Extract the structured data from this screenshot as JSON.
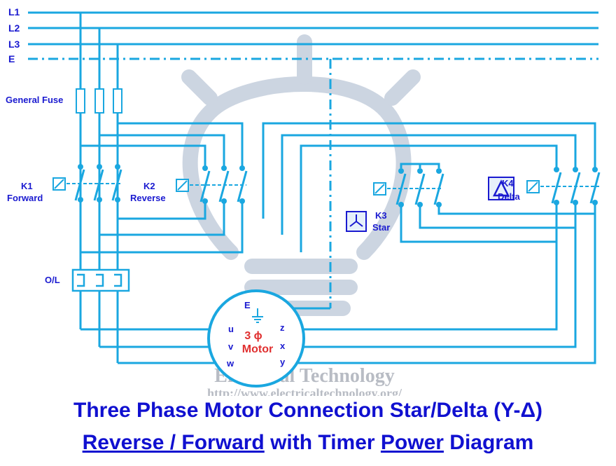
{
  "lines": {
    "l1": "L1",
    "l2": "L2",
    "l3": "L3",
    "e": "E"
  },
  "labels": {
    "general_fuse": "General Fuse",
    "k1_name": "K1",
    "k1_desc": "Forward",
    "k2_name": "K2",
    "k2_desc": "Reverse",
    "k3_name": "K3",
    "k3_desc": "Star",
    "k4_name": "K4",
    "k4_desc": "Delta",
    "overload": "O/L"
  },
  "motor": {
    "earth": "E",
    "phase": "3 ϕ",
    "name": "Motor",
    "terminals": {
      "u": "u",
      "v": "v",
      "w": "w",
      "z": "z",
      "x": "x",
      "y": "y"
    }
  },
  "watermark": {
    "brand": "Electrical Technology",
    "url": "http://www.electricaltechnology.org/"
  },
  "title": {
    "line1": "Three Phase Motor Connection Star/Delta (Y-Δ)",
    "line2_a": "Reverse / Forward",
    "line2_b": " with Timer ",
    "line2_c": "Power",
    "line2_d": " Diagram"
  },
  "colors": {
    "wire": "#1aa7e0",
    "label": "#1a1ad0",
    "motor_text": "#e03030"
  }
}
